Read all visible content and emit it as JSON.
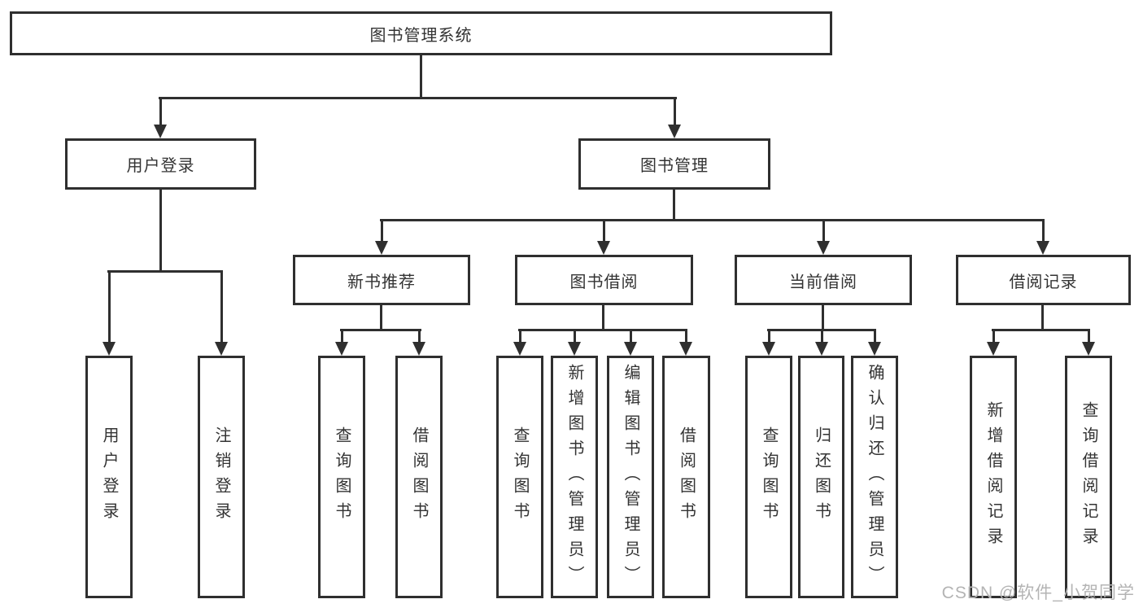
{
  "colors": {
    "line": "#2f2f2f",
    "box_border": "#2f2f2f",
    "text": "#333333",
    "background": "#ffffff",
    "watermark": "#b4b4b4"
  },
  "diagram": {
    "title": "图书管理系统",
    "nodes": {
      "root": "图书管理系统",
      "user_login": "用户登录",
      "book_management": "图书管理",
      "new_book_recommendation": "新书推荐",
      "book_borrowing": "图书借阅",
      "current_borrowing": "当前借阅",
      "borrowing_records": "借阅记录",
      "leaf_user_login": "用户登录",
      "leaf_logout": "注销登录",
      "nbr_query_books": "查询图书",
      "nbr_borrow_books": "借阅图书",
      "bb_query_books": "查询图书",
      "bb_add_books": "新增图书（管理员）",
      "bb_edit_books": "编辑图书（管理员）",
      "bb_borrow_books": "借阅图书",
      "cb_query_books": "查询图书",
      "cb_return_books": "归还图书",
      "cb_confirm_return": "确认归还（管理员）",
      "br_add_record": "新增借阅记录",
      "br_query_record": "查询借阅记录"
    }
  },
  "watermark": {
    "text": "CSDN @软件_小贺同学"
  }
}
